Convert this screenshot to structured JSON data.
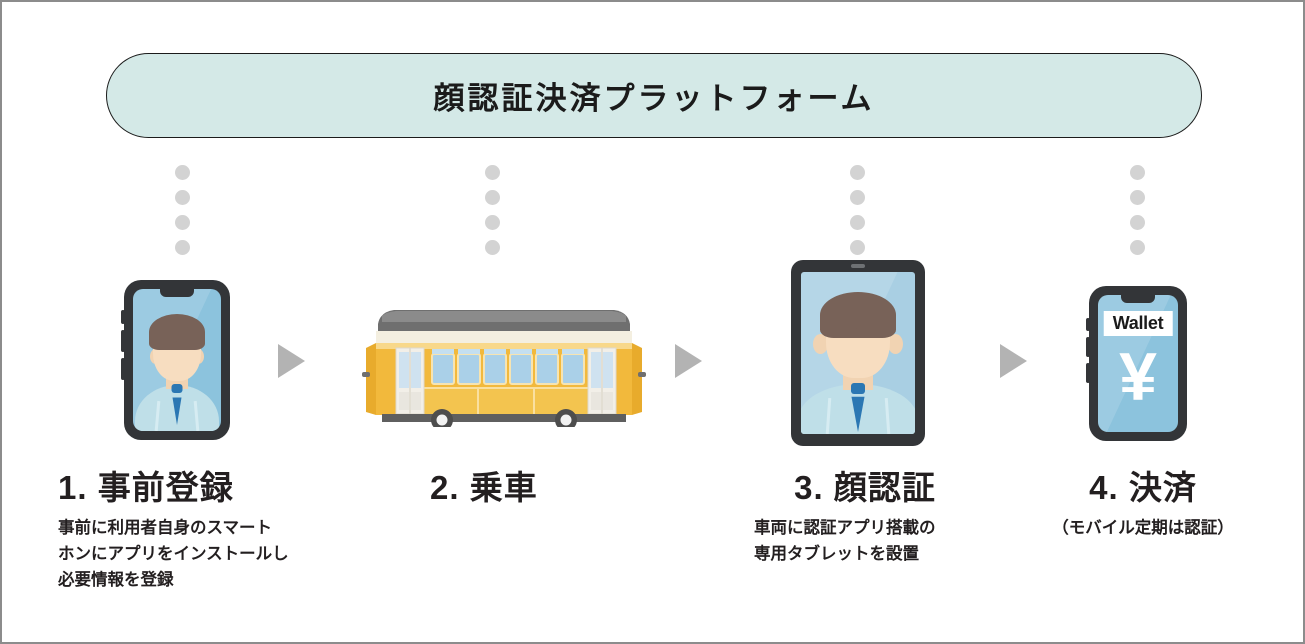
{
  "banner": {
    "title": "顔認証決済プラットフォーム",
    "fill_color": "#d4e9e7",
    "border_color": "#1b1b1b"
  },
  "colors": {
    "page_border": "#8c8c8c",
    "dot": "#d3d3d3",
    "arrow": "#b3b3b3",
    "device_body": "#333538",
    "phone_screen": "#8cc3dd",
    "tablet_screen": "#a9cfe3",
    "tram_body": "#f2b93c",
    "tram_roof": "#6f6f6f",
    "tie": "#2b77b3",
    "hair": "#786258",
    "skin": "#f7ddc0",
    "text": "#231f20"
  },
  "steps": [
    {
      "id": "pre-registration",
      "title": "1. 事前登録",
      "description": "事前に利用者自身のスマート\nホンにアプリをインストールし\n必要情報を登録",
      "icon": "smartphone-face-icon"
    },
    {
      "id": "boarding",
      "title": "2. 乗車",
      "description": "",
      "icon": "tram-icon"
    },
    {
      "id": "face-authentication",
      "title": "3. 顔認証",
      "description": "車両に認証アプリ搭載の\n専用タブレットを設置",
      "icon": "tablet-face-icon"
    },
    {
      "id": "payment",
      "title": "4. 決済",
      "description": "（モバイル定期は認証）",
      "icon": "smartphone-wallet-icon"
    }
  ],
  "wallet": {
    "label": "Wallet",
    "currency_symbol": "¥"
  },
  "connectors": {
    "dot_count": 4,
    "arrow_count": 3,
    "arrow_glyph": "▶"
  }
}
